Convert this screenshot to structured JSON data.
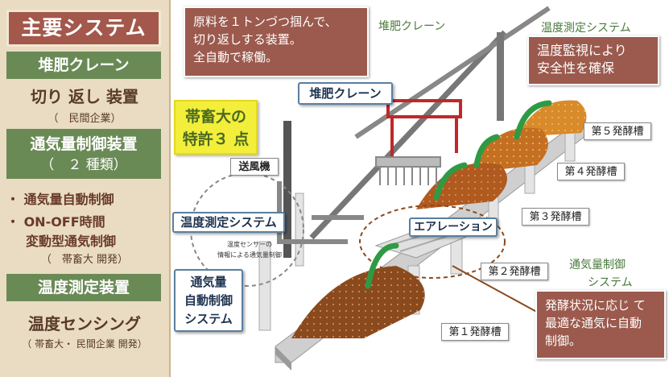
{
  "left_panel": {
    "title": "主要システム",
    "crane_header": "堆肥クレーン",
    "crane_device": "切り 返し 装置",
    "crane_dev_by": "（　民間企業）",
    "vent_header_line1": "通気量制御装置",
    "vent_header_line2": "（　２ 種類）",
    "vent_item1": "・ 通気量自動制御",
    "vent_item2_line1": "・ ON-OFF時間",
    "vent_item2_line2": "変動型通気制御",
    "vent_item2_dev_by": "（　帯畜大 開発）",
    "temp_header": "温度測定装置",
    "temp_device": "温度センシング",
    "temp_dev_by": "（ 帯畜大・ 民間企業 開発）"
  },
  "callouts": {
    "crane_desc": [
      "原料を１トンづつ掴んで、",
      "切り返しする装置。",
      "全自動で稼働。"
    ],
    "temp_desc": [
      "温度監視により",
      "安全性を確保"
    ],
    "vent_desc": [
      "発酵状況に応じ て",
      "最適な通気に自動",
      "制御。"
    ]
  },
  "labels": {
    "crane_green": "堆肥クレーン",
    "temp_system_green": "温度測定システム",
    "vent_system_green_line1": "通気量制御",
    "vent_system_green_line2": "システム",
    "patent_line1": "帯畜大の",
    "patent_line2": "特許３ 点",
    "blower": "送風機",
    "crane_box": "堆肥クレーン",
    "aeration": "エアレーション",
    "temp_system_box": "温度測定システム",
    "sensor_line1": "温度センサーの",
    "sensor_line2": "情報による通気量制御",
    "auto_vent_line1": "通気量",
    "auto_vent_line2": "自動制御",
    "auto_vent_line3": "システム"
  },
  "tanks": [
    "第５発酵槽",
    "第４発酵槽",
    "第３発酵槽",
    "第２発酵槽",
    "第１発酵槽"
  ],
  "colors": {
    "panel_bg": "#e9dcc2",
    "header_brown": "#a3584b",
    "section_green": "#6a8a55",
    "callout_brown": "#9b5a4d",
    "patent_yellow": "#f3ee3a",
    "compost": "#8a4a1e"
  }
}
